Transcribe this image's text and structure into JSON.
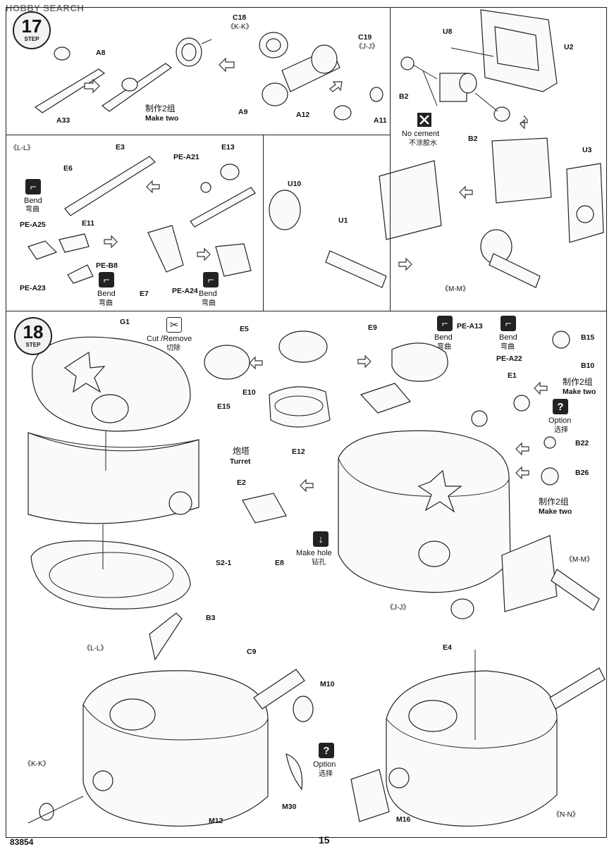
{
  "header": {
    "brand": "HOBBY SEARCH"
  },
  "steps": {
    "step17": {
      "num": "17",
      "word": "STEP"
    },
    "step18": {
      "num": "18",
      "word": "STEP"
    }
  },
  "p17": {
    "a8": "A8",
    "a33": "A33",
    "make_two_cn": "制作2组",
    "make_two_en": "Make two",
    "c18": "C18",
    "kk": "《K-K》",
    "c19": "C19",
    "jj": "《J-J》",
    "a9": "A9",
    "a12": "A12",
    "a11": "A11"
  },
  "pU": {
    "u8": "U8",
    "u2": "U2",
    "b2a": "B2",
    "b2b": "B2",
    "no_cement_en": "No cement",
    "no_cement_cn": "不涂胶水"
  },
  "pL": {
    "ll": "《L-L》",
    "e3": "E3",
    "e6": "E6",
    "pea21": "PE-A21",
    "e13": "E13",
    "bend_en": "Bend",
    "bend_cn": "弯曲",
    "pea25": "PE-A25",
    "e11": "E11",
    "peb8": "PE-B8",
    "pea23": "PE-A23",
    "e7": "E7",
    "pea24": "PE-A24",
    "bend2_en": "Bend",
    "bend2_cn": "弯曲",
    "bend3_en": "Bend",
    "bend3_cn": "弯曲"
  },
  "pM": {
    "u10": "U10",
    "u1": "U1",
    "u3": "U3",
    "mm": "《M-M》"
  },
  "p18": {
    "g1": "G1",
    "cut_en": "Cut /Remove",
    "cut_cn": "切除",
    "e5": "E5",
    "e15": "E15",
    "e10": "E10",
    "e9": "E9",
    "e12": "E12",
    "turret_cn": "炮塔",
    "turret_en": "Turret",
    "s21": "S2-1",
    "e2": "E2",
    "e8": "E8",
    "hole_en": "Make hole",
    "hole_cn": "钻孔",
    "bend_en": "Bend",
    "bend_cn": "弯曲",
    "bend2_en": "Bend",
    "bend2_cn": "弯曲",
    "pea13": "PE-A13",
    "pea22": "PE-A22",
    "e1": "E1",
    "b15": "B15",
    "b10": "B10",
    "make_two_cn": "制作2组",
    "make_two_en": "Make two",
    "option_en": "Option",
    "option_cn": "选择",
    "b22": "B22",
    "b26": "B26",
    "make_two2_cn": "制作2组",
    "make_two2_en": "Make two",
    "mm": "《M-M》",
    "jj": "《J-J》"
  },
  "bottom": {
    "b3": "B3",
    "ll": "《L-L》",
    "c9": "C9",
    "m10": "M10",
    "option_en": "Option",
    "option_cn": "选择",
    "kk": "《K-K》",
    "m12": "M12",
    "m30": "M30",
    "e4": "E4",
    "m16": "M16",
    "nn": "《N-N》"
  },
  "footer": {
    "page": "15",
    "code": "83854"
  }
}
